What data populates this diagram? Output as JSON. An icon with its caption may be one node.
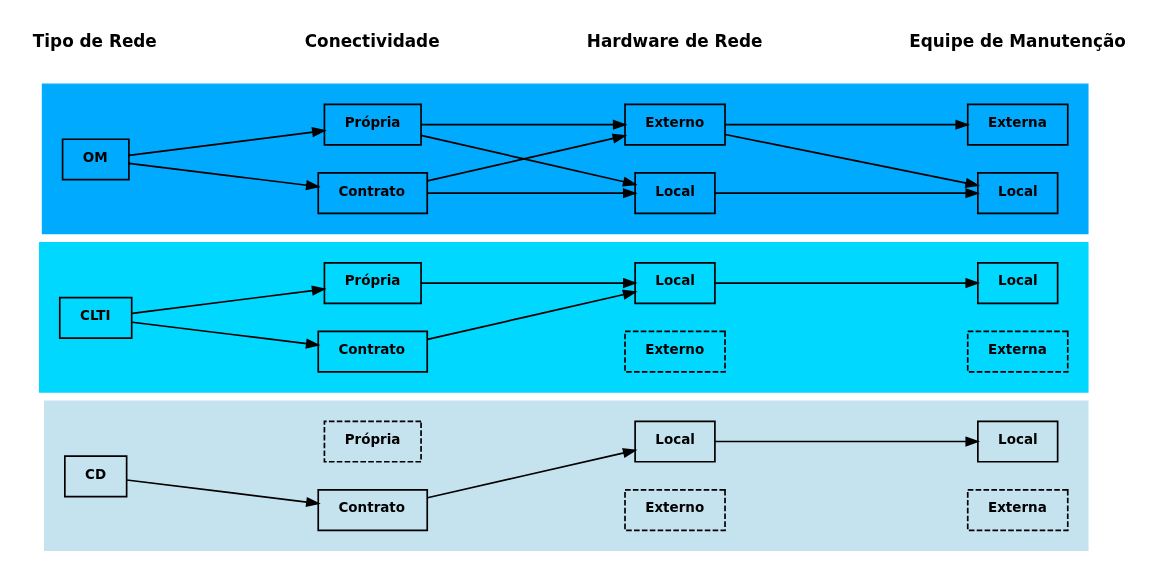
{
  "diagram": {
    "nodes": [
      {
        "text": [],
        "shape": "band"
      },
      {
        "text": [
          "OM"
        ],
        "in": 0
      },
      {
        "text": [
          "Própria"
        ],
        "in": 0
      },
      {
        "text": [
          "Contrato"
        ],
        "in": 0
      },
      {
        "text": [
          "Local"
        ],
        "in": 0
      },
      {
        "text": [
          "Externo"
        ],
        "in": 0
      },
      {
        "text": [
          "Local"
        ],
        "in": 0
      },
      {
        "text": [
          "Externa"
        ],
        "in": 0
      },
      {
        "text": [],
        "shape": "band"
      },
      {
        "text": [
          "CLTI"
        ],
        "in": 8
      },
      {
        "text": [
          "Própria"
        ],
        "in": 8
      },
      {
        "text": [
          "Contrato"
        ],
        "in": 8
      },
      {
        "text": [
          "Local"
        ],
        "in": 8
      },
      {
        "text": [
          "Externo"
        ],
        "in": 8
      },
      {
        "text": [
          "Local"
        ],
        "in": 8
      },
      {
        "text": [
          "Externa"
        ],
        "in": 8
      },
      {
        "text": [],
        "shape": "band"
      },
      {
        "text": [
          "CD"
        ],
        "in": 16
      },
      {
        "text": [
          "Própria"
        ],
        "in": 16
      },
      {
        "text": [
          "Contrato"
        ],
        "in": 16
      },
      {
        "text": [
          "Local"
        ],
        "in": 16
      },
      {
        "text": [
          "Externo"
        ],
        "in": 16
      },
      {
        "text": [
          "Local"
        ],
        "in": 16
      },
      {
        "text": [
          "Externa"
        ],
        "in": 16
      }
    ],
    "edges": [
      {
        "from": 1,
        "to": 2,
        "arrow": "to"
      },
      {
        "from": 1,
        "to": 3,
        "arrow": "to"
      },
      {
        "from": 2,
        "to": 4,
        "arrow": "to"
      },
      {
        "from": 2,
        "to": 5,
        "arrow": "to"
      },
      {
        "from": 3,
        "to": 4,
        "arrow": "to"
      },
      {
        "from": 3,
        "to": 5,
        "arrow": "to"
      },
      {
        "from": 4,
        "to": 6,
        "arrow": "to"
      },
      {
        "from": 5,
        "to": 6,
        "arrow": "to"
      },
      {
        "from": 5,
        "to": 7,
        "arrow": "to"
      },
      {
        "from": 9,
        "to": 10,
        "arrow": "to"
      },
      {
        "from": 9,
        "to": 11,
        "arrow": "to"
      },
      {
        "from": 10,
        "to": 12,
        "arrow": "to"
      },
      {
        "from": 11,
        "to": 12,
        "arrow": "to"
      },
      {
        "from": 12,
        "to": 14,
        "arrow": "to"
      },
      {
        "from": 17,
        "to": 19,
        "arrow": "to"
      },
      {
        "from": 19,
        "to": 20,
        "arrow": "to"
      },
      {
        "from": 20,
        "to": 22,
        "arrow": "to"
      }
    ],
    "labels": [
      "Tipo de Rede",
      "Conectividade",
      "Hardware de Rede",
      "Equipe de Manutenção"
    ]
  }
}
